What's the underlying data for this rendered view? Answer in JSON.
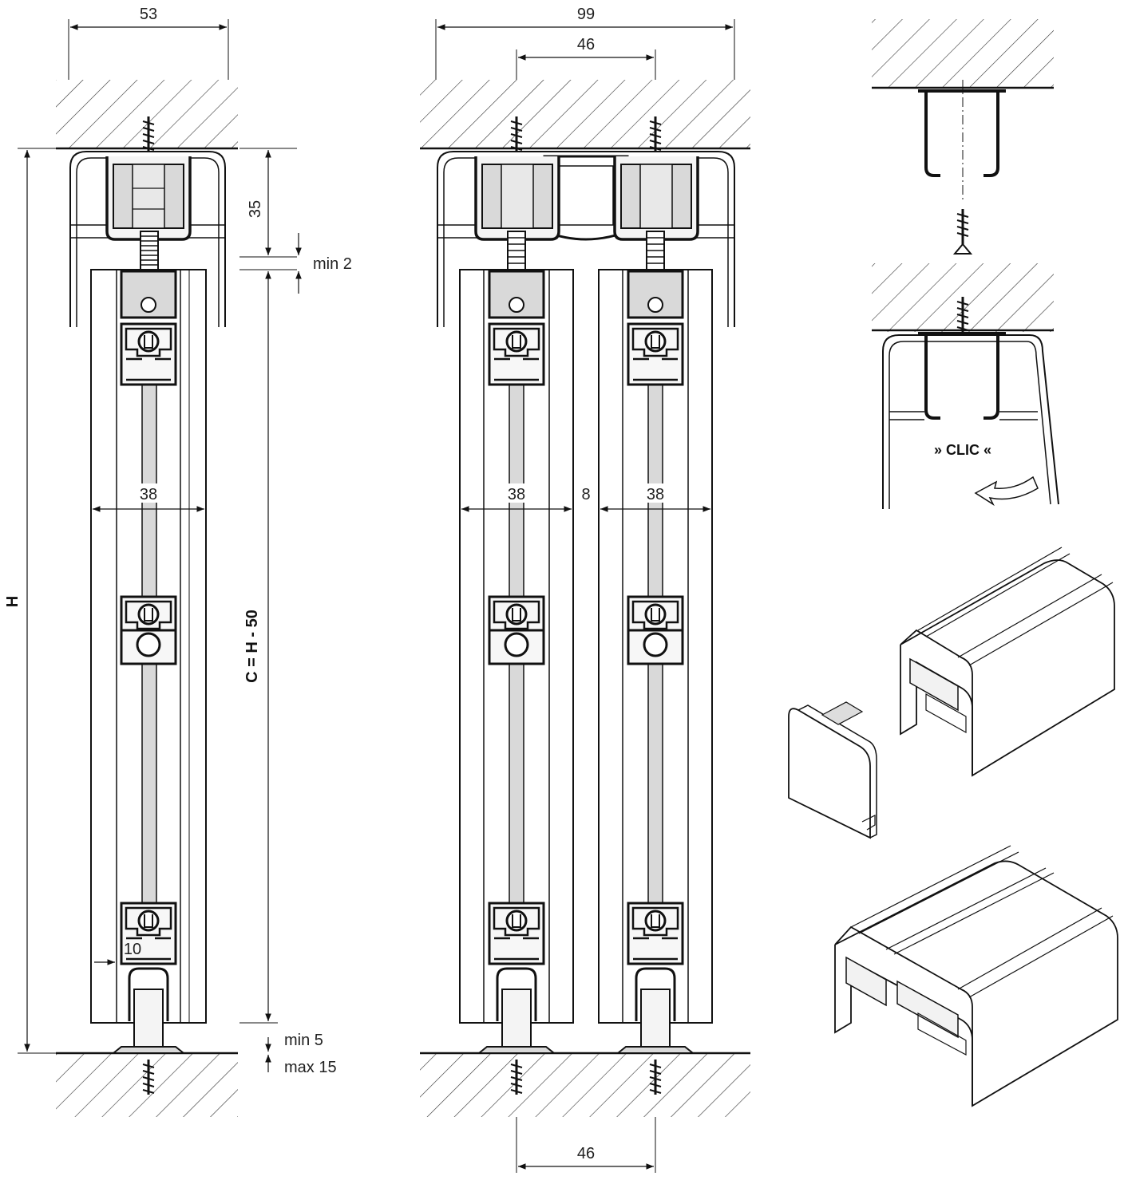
{
  "dimensions": {
    "left_top_width": "53",
    "mid_top_width": "99",
    "mid_inner_width": "46",
    "height_35": "35",
    "min_2": "min 2",
    "height_H": "H",
    "c_formula": "C = H - 50",
    "panel_38_left": "38",
    "panel_38_mid_a": "38",
    "gap_8": "8",
    "panel_38_mid_b": "38",
    "dim_10": "10",
    "min_5": "min 5",
    "max_15": "max 15",
    "mid_bottom_width": "46"
  },
  "labels": {
    "clic": "» CLIC «"
  },
  "colors": {
    "line": "#111111",
    "profile_fill": "#ececec",
    "roller_fill": "#d9d9d9",
    "hatch": "#333333"
  }
}
